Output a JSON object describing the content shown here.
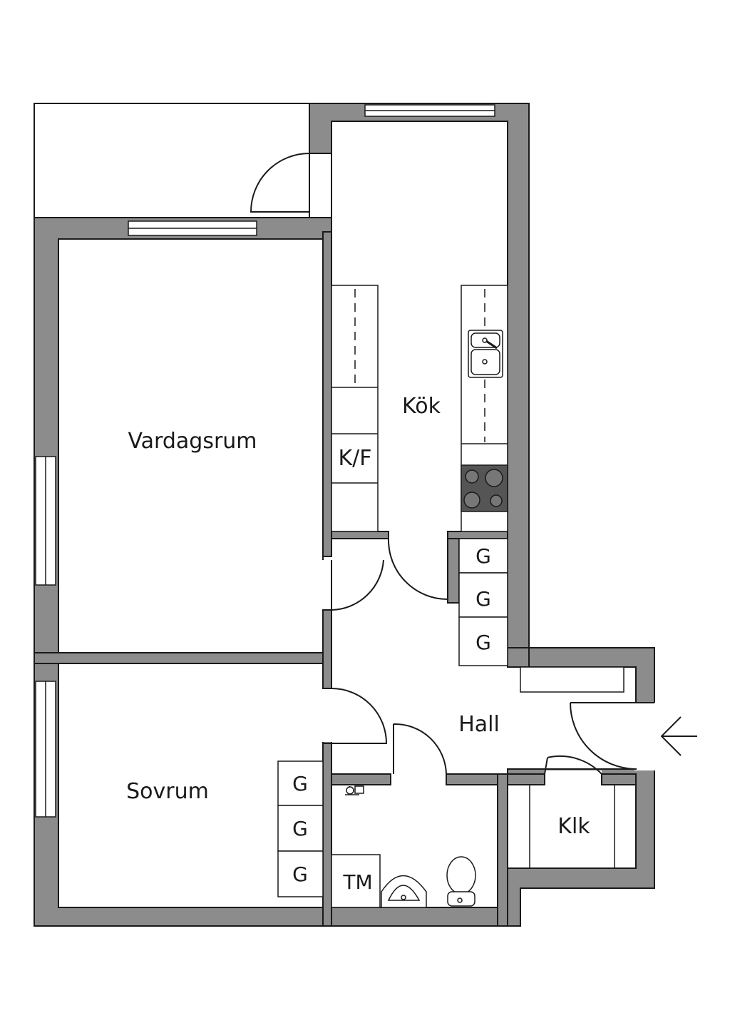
{
  "colors": {
    "wall": "#8c8c8c",
    "line": "#1a1a1a",
    "floor": "#ffffff",
    "stove": "#555555"
  },
  "rooms": {
    "vardagsrum": "Vardagsrum",
    "kok": "Kök",
    "sovrum": "Sovrum",
    "hall": "Hall",
    "klk": "Klk"
  },
  "fixtures": {
    "fridge_freezer": "K/F",
    "wardrobe": "G",
    "washing_machine": "TM"
  },
  "icons": {
    "entrance": "arrow-left-icon"
  }
}
